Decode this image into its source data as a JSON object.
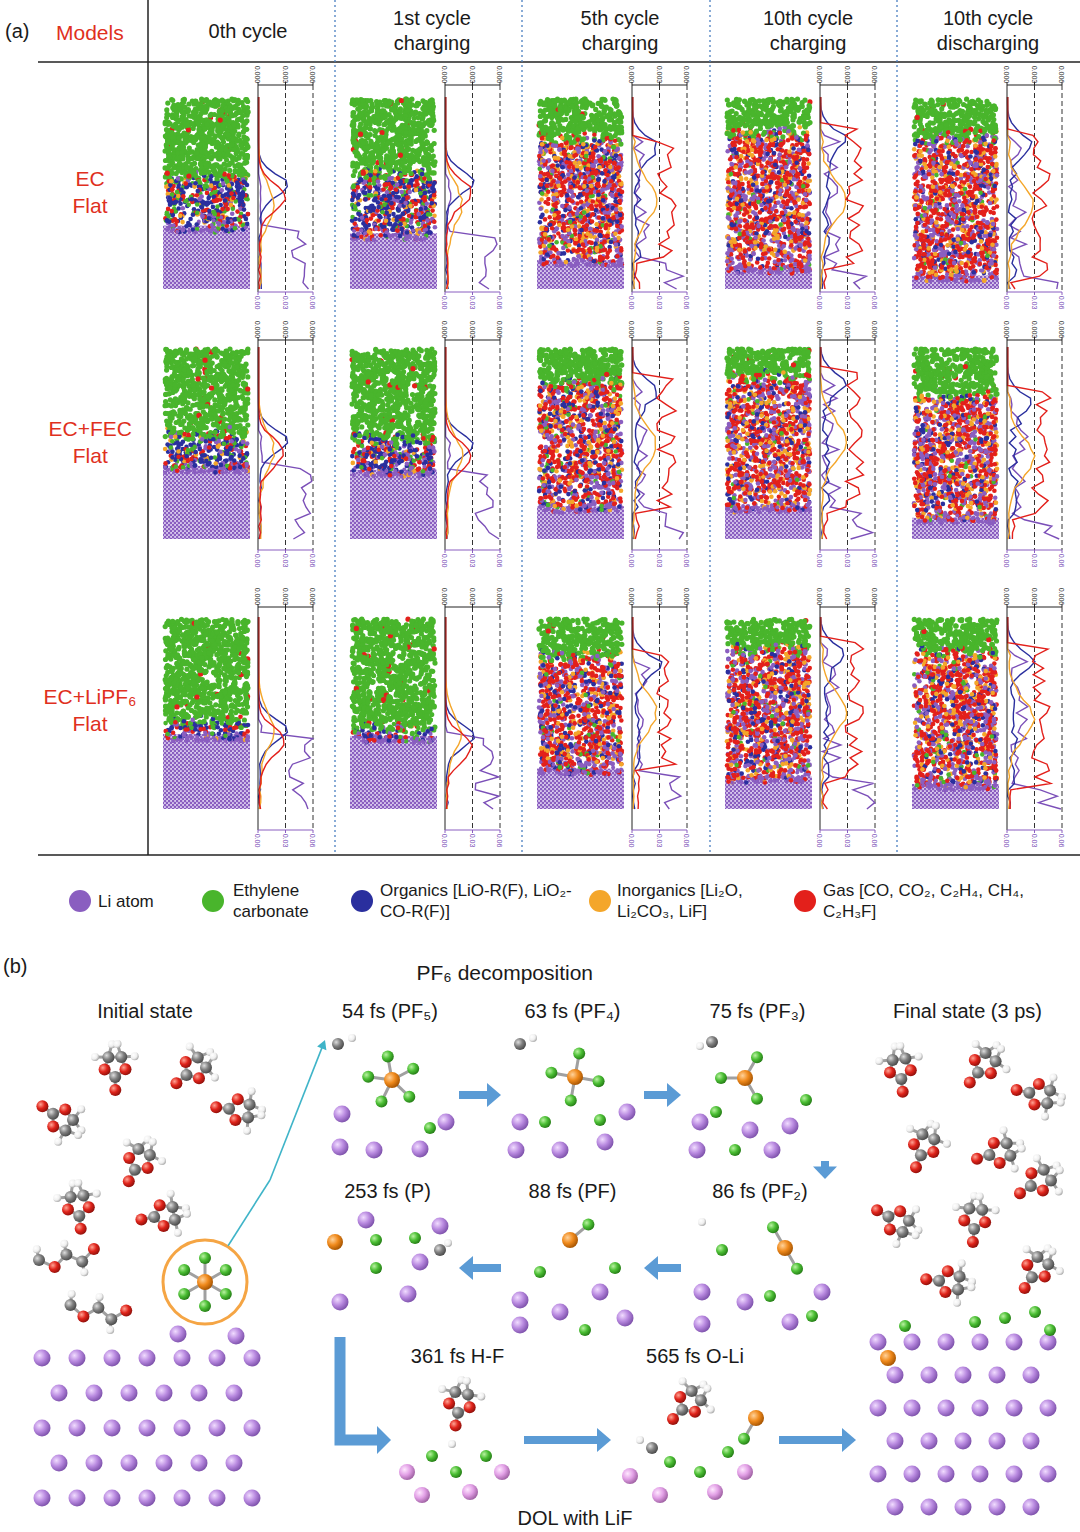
{
  "diagram": {
    "nodes": [
      {
        "text": [
          "Initial state"
        ]
      },
      {
        "text": [
          "54 fs (PF₅)"
        ]
      },
      {
        "text": [
          "63 fs (PF₄)"
        ]
      },
      {
        "text": [
          "75 fs (PF₃)"
        ]
      },
      {
        "text": [
          "86 fs (PF₂)"
        ]
      },
      {
        "text": [
          "88 fs (PF)"
        ]
      },
      {
        "text": [
          "253 fs (P)"
        ]
      },
      {
        "text": [
          "361 fs H-F"
        ]
      },
      {
        "text": [
          "565 fs O-Li"
        ]
      },
      {
        "text": [
          "Final state (3 ps)"
        ]
      }
    ],
    "edges": [
      {
        "from": 0,
        "to": 1,
        "arrow": "to"
      },
      {
        "from": 1,
        "to": 2,
        "arrow": "to"
      },
      {
        "from": 2,
        "to": 3,
        "arrow": "to"
      },
      {
        "from": 3,
        "to": 4,
        "arrow": "to"
      },
      {
        "from": 4,
        "to": 5,
        "arrow": "to"
      },
      {
        "from": 5,
        "to": 6,
        "arrow": "to"
      },
      {
        "from": 6,
        "to": 7,
        "arrow": "to"
      },
      {
        "from": 7,
        "to": 8,
        "arrow": "to"
      },
      {
        "from": 8,
        "to": 9,
        "arrow": "to"
      }
    ],
    "labels": [
      "(a)",
      "Models",
      "0th cycle",
      "1st cycle charging",
      "5th cycle charging",
      "10th cycle charging",
      "10th cycle discharging",
      "EC Flat",
      "EC+FEC Flat",
      "EC+LiPF₆ Flat",
      "0.000",
      "0.003",
      "0.006",
      "0.00",
      "0.03",
      "0.06",
      "0.000",
      "0.003",
      "0.006",
      "0.00",
      "0.03",
      "0.06",
      "0.000",
      "0.003",
      "0.006",
      "0.00",
      "0.03",
      "0.06",
      "0.000",
      "0.003",
      "0.006",
      "0.00",
      "0.03",
      "0.06",
      "0.000",
      "0.003",
      "0.006",
      "0.00",
      "0.03",
      "0.06",
      "0.000",
      "0.003",
      "0.006",
      "0.00",
      "0.03",
      "0.06",
      "0.000",
      "0.003",
      "0.006",
      "0.00",
      "0.03",
      "0.06",
      "0.000",
      "0.003",
      "0.006",
      "0.00",
      "0.03",
      "0.06",
      "0.000",
      "0.003",
      "0.006",
      "0.00",
      "0.03",
      "0.06",
      "0.000",
      "0.003",
      "0.006",
      "0.00",
      "0.03",
      "0.06",
      "0.000",
      "0.003",
      "0.006",
      "0.00",
      "0.03",
      "0.06",
      "0.000",
      "0.003",
      "0.006",
      "0.00",
      "0.03",
      "0.06",
      "0.000",
      "0.003",
      "0.006",
      "0.00",
      "0.03",
      "0.06",
      "0.000",
      "0.003",
      "0.006",
      "0.00",
      "0.03",
      "0.06",
      "0.000",
      "0.003",
      "0.006",
      "0.00",
      "0.03",
      "0.06",
      "(b)",
      "PF₆ decomposition",
      "DOL with LiF"
    ],
    "legend": [
      {
        "text": "Li atom",
        "color": "#8a5ec0"
      },
      {
        "text": "Ethylene carbonate",
        "color": "#49b52c"
      },
      {
        "text": "Organics [LiO-R(F), LiO₂-CO-R(F)]",
        "color": "#2a2f9e"
      },
      {
        "text": "Inorganics [Li₂O, Li₂CO₃, LiF]",
        "color": "#f4a62a"
      },
      {
        "text": "Gas [CO, CO₂, C₂H₄, CH₄, C₂H₃F]",
        "color": "#e3201b"
      }
    ]
  }
}
